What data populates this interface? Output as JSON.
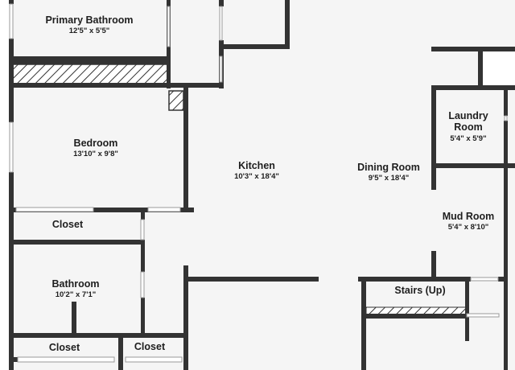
{
  "colors": {
    "floor": "#f5f5f5",
    "wall": "#333333",
    "hatch": "#333333",
    "background": "#ffffff"
  },
  "rooms": {
    "primary_bathroom": {
      "name": "Primary Bathroom",
      "dims": "12'5\" x 5'5\""
    },
    "bedroom": {
      "name": "Bedroom",
      "dims": "13'10\" x 9'8\""
    },
    "closet_bedroom": {
      "name": "Closet"
    },
    "bathroom": {
      "name": "Bathroom",
      "dims": "10'2\" x 7'1\""
    },
    "closet_left": {
      "name": "Closet"
    },
    "closet_right": {
      "name": "Closet"
    },
    "kitchen": {
      "name": "Kitchen",
      "dims": "10'3\" x 18'4\""
    },
    "dining_room": {
      "name": "Dining Room",
      "dims": "9'5\" x 18'4\""
    },
    "laundry_room": {
      "name": "Laundry Room",
      "dims": "5'4\" x 5'9\""
    },
    "mud_room": {
      "name": "Mud Room",
      "dims": "5'4\" x 8'10\""
    },
    "stairs": {
      "name": "Stairs (Up)"
    }
  }
}
